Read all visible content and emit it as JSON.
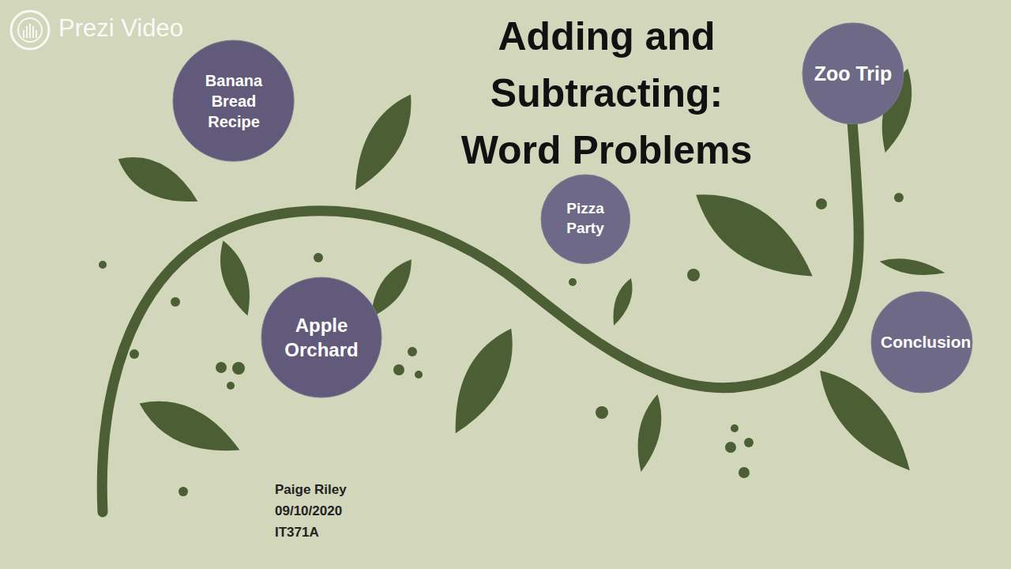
{
  "diagram": {
    "title": "Adding and Subtracting: Word Problems",
    "nodes": [
      {
        "text": [
          "Banana Bread Recipe"
        ]
      },
      {
        "text": [
          "Zoo Trip"
        ]
      },
      {
        "text": [
          "Pizza Party"
        ]
      },
      {
        "text": [
          "Apple Orchard"
        ]
      },
      {
        "text": [
          "Conclusion"
        ]
      }
    ],
    "labels": [
      "Prezi Video",
      "Paige Riley",
      "09/10/2020",
      "IT371A"
    ]
  }
}
